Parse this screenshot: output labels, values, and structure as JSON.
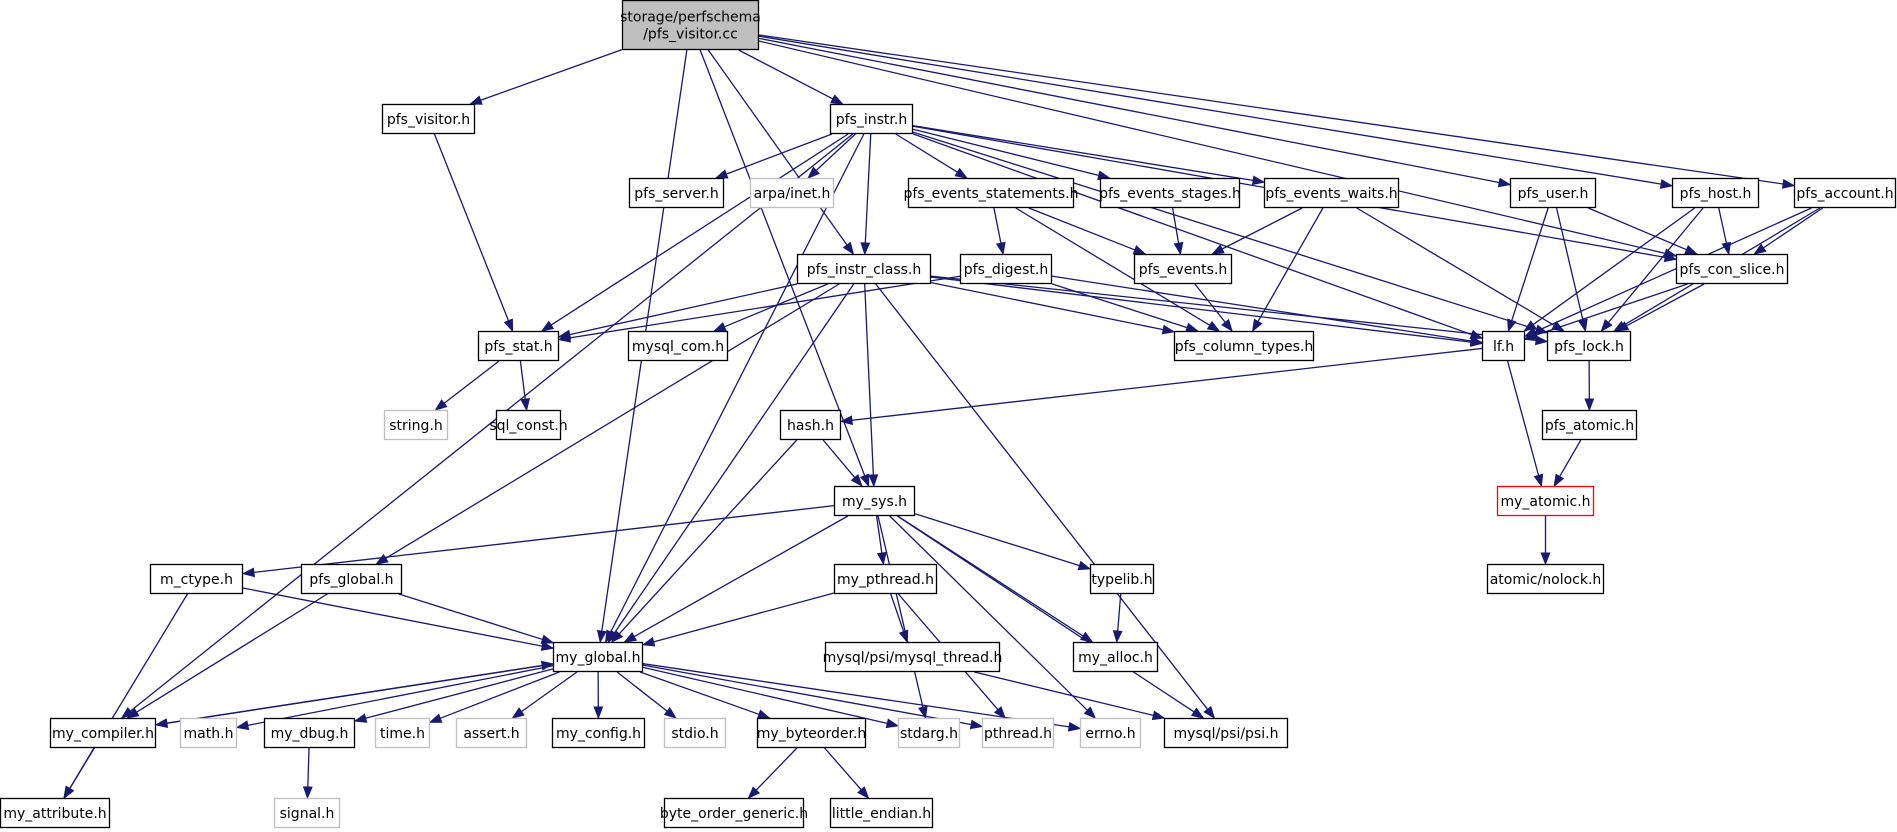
{
  "graph": {
    "root": {
      "id": "root",
      "lines": [
        "storage/perfschema",
        "/pfs_visitor.cc"
      ]
    },
    "nodes": [
      {
        "id": "pfs_visitor_h",
        "label": "pfs_visitor.h"
      },
      {
        "id": "pfs_instr_h",
        "label": "pfs_instr.h"
      },
      {
        "id": "pfs_server_h",
        "label": "pfs_server.h"
      },
      {
        "id": "arpa_inet_h",
        "label": "arpa/inet.h",
        "style": "gray"
      },
      {
        "id": "pfs_events_statements_h",
        "label": "pfs_events_statements.h"
      },
      {
        "id": "pfs_events_stages_h",
        "label": "pfs_events_stages.h"
      },
      {
        "id": "pfs_events_waits_h",
        "label": "pfs_events_waits.h"
      },
      {
        "id": "pfs_user_h",
        "label": "pfs_user.h"
      },
      {
        "id": "pfs_host_h",
        "label": "pfs_host.h"
      },
      {
        "id": "pfs_account_h",
        "label": "pfs_account.h"
      },
      {
        "id": "pfs_instr_class_h",
        "label": "pfs_instr_class.h"
      },
      {
        "id": "pfs_digest_h",
        "label": "pfs_digest.h"
      },
      {
        "id": "pfs_events_h",
        "label": "pfs_events.h"
      },
      {
        "id": "pfs_con_slice_h",
        "label": "pfs_con_slice.h"
      },
      {
        "id": "pfs_stat_h",
        "label": "pfs_stat.h"
      },
      {
        "id": "mysql_com_h",
        "label": "mysql_com.h"
      },
      {
        "id": "pfs_column_types_h",
        "label": "pfs_column_types.h"
      },
      {
        "id": "lf_h",
        "label": "lf.h"
      },
      {
        "id": "pfs_lock_h",
        "label": "pfs_lock.h"
      },
      {
        "id": "string_h",
        "label": "string.h",
        "style": "gray"
      },
      {
        "id": "sql_const_h",
        "label": "sql_const.h"
      },
      {
        "id": "hash_h",
        "label": "hash.h"
      },
      {
        "id": "pfs_atomic_h",
        "label": "pfs_atomic.h"
      },
      {
        "id": "my_sys_h",
        "label": "my_sys.h"
      },
      {
        "id": "my_atomic_h",
        "label": "my_atomic.h",
        "style": "red"
      },
      {
        "id": "m_ctype_h",
        "label": "m_ctype.h"
      },
      {
        "id": "pfs_global_h",
        "label": "pfs_global.h"
      },
      {
        "id": "my_pthread_h",
        "label": "my_pthread.h"
      },
      {
        "id": "typelib_h",
        "label": "typelib.h"
      },
      {
        "id": "atomic_nolock_h",
        "label": "atomic/nolock.h"
      },
      {
        "id": "mysql_psi_mysql_thread_h",
        "label": "mysql/psi/mysql_thread.h"
      },
      {
        "id": "my_alloc_h",
        "label": "my_alloc.h"
      },
      {
        "id": "my_global_h",
        "label": "my_global.h"
      },
      {
        "id": "my_compiler_h",
        "label": "my_compiler.h"
      },
      {
        "id": "math_h",
        "label": "math.h",
        "style": "gray"
      },
      {
        "id": "my_dbug_h",
        "label": "my_dbug.h"
      },
      {
        "id": "time_h",
        "label": "time.h",
        "style": "gray"
      },
      {
        "id": "assert_h",
        "label": "assert.h",
        "style": "gray"
      },
      {
        "id": "my_config_h",
        "label": "my_config.h"
      },
      {
        "id": "stdio_h",
        "label": "stdio.h",
        "style": "gray"
      },
      {
        "id": "my_byteorder_h",
        "label": "my_byteorder.h"
      },
      {
        "id": "stdarg_h",
        "label": "stdarg.h",
        "style": "gray"
      },
      {
        "id": "pthread_h",
        "label": "pthread.h",
        "style": "gray"
      },
      {
        "id": "errno_h",
        "label": "errno.h",
        "style": "gray"
      },
      {
        "id": "mysql_psi_psi_h",
        "label": "mysql/psi/psi.h"
      },
      {
        "id": "my_attribute_h",
        "label": "my_attribute.h"
      },
      {
        "id": "signal_h",
        "label": "signal.h",
        "style": "gray"
      },
      {
        "id": "byte_order_generic_h",
        "label": "byte_order_generic.h"
      },
      {
        "id": "little_endian_h",
        "label": "little_endian.h"
      }
    ],
    "edges": [
      [
        "root",
        "pfs_visitor_h"
      ],
      [
        "root",
        "pfs_instr_h"
      ],
      [
        "root",
        "pfs_instr_class_h"
      ],
      [
        "root",
        "pfs_user_h"
      ],
      [
        "root",
        "pfs_host_h"
      ],
      [
        "root",
        "pfs_account_h"
      ],
      [
        "root",
        "my_global_h"
      ],
      [
        "root",
        "my_sys_h"
      ],
      [
        "root",
        "pfs_con_slice_h"
      ],
      [
        "pfs_visitor_h",
        "pfs_stat_h"
      ],
      [
        "pfs_instr_h",
        "pfs_server_h"
      ],
      [
        "pfs_instr_h",
        "arpa_inet_h"
      ],
      [
        "pfs_instr_h",
        "pfs_events_statements_h"
      ],
      [
        "pfs_instr_h",
        "pfs_events_stages_h"
      ],
      [
        "pfs_instr_h",
        "pfs_events_waits_h"
      ],
      [
        "pfs_instr_h",
        "pfs_instr_class_h"
      ],
      [
        "pfs_instr_h",
        "pfs_stat_h"
      ],
      [
        "pfs_instr_h",
        "lf_h"
      ],
      [
        "pfs_instr_h",
        "pfs_lock_h"
      ],
      [
        "pfs_instr_h",
        "pfs_con_slice_h"
      ],
      [
        "pfs_instr_h",
        "my_global_h"
      ],
      [
        "pfs_instr_h",
        "my_compiler_h"
      ],
      [
        "pfs_events_statements_h",
        "pfs_digest_h"
      ],
      [
        "pfs_events_statements_h",
        "pfs_events_h"
      ],
      [
        "pfs_events_statements_h",
        "pfs_column_types_h"
      ],
      [
        "pfs_events_stages_h",
        "pfs_events_h"
      ],
      [
        "pfs_events_waits_h",
        "pfs_events_h"
      ],
      [
        "pfs_events_waits_h",
        "pfs_column_types_h"
      ],
      [
        "pfs_events_waits_h",
        "pfs_lock_h"
      ],
      [
        "pfs_user_h",
        "pfs_con_slice_h"
      ],
      [
        "pfs_user_h",
        "lf_h"
      ],
      [
        "pfs_user_h",
        "pfs_lock_h"
      ],
      [
        "pfs_host_h",
        "pfs_con_slice_h"
      ],
      [
        "pfs_host_h",
        "lf_h"
      ],
      [
        "pfs_host_h",
        "pfs_lock_h"
      ],
      [
        "pfs_account_h",
        "pfs_con_slice_h"
      ],
      [
        "pfs_account_h",
        "lf_h"
      ],
      [
        "pfs_account_h",
        "pfs_lock_h"
      ],
      [
        "pfs_instr_class_h",
        "pfs_stat_h"
      ],
      [
        "pfs_instr_class_h",
        "mysql_com_h"
      ],
      [
        "pfs_instr_class_h",
        "pfs_column_types_h"
      ],
      [
        "pfs_instr_class_h",
        "lf_h"
      ],
      [
        "pfs_instr_class_h",
        "pfs_lock_h"
      ],
      [
        "pfs_instr_class_h",
        "pfs_global_h"
      ],
      [
        "pfs_instr_class_h",
        "my_sys_h"
      ],
      [
        "pfs_instr_class_h",
        "my_global_h"
      ],
      [
        "pfs_instr_class_h",
        "mysql_psi_psi_h"
      ],
      [
        "pfs_digest_h",
        "pfs_stat_h"
      ],
      [
        "pfs_digest_h",
        "pfs_column_types_h"
      ],
      [
        "pfs_digest_h",
        "lf_h"
      ],
      [
        "pfs_events_h",
        "pfs_column_types_h"
      ],
      [
        "pfs_con_slice_h",
        "lf_h"
      ],
      [
        "pfs_con_slice_h",
        "pfs_lock_h"
      ],
      [
        "pfs_stat_h",
        "string_h"
      ],
      [
        "pfs_stat_h",
        "sql_const_h"
      ],
      [
        "lf_h",
        "hash_h"
      ],
      [
        "lf_h",
        "my_atomic_h"
      ],
      [
        "pfs_lock_h",
        "pfs_atomic_h"
      ],
      [
        "pfs_atomic_h",
        "my_atomic_h"
      ],
      [
        "my_atomic_h",
        "atomic_nolock_h"
      ],
      [
        "hash_h",
        "my_sys_h"
      ],
      [
        "hash_h",
        "my_global_h"
      ],
      [
        "my_sys_h",
        "m_ctype_h"
      ],
      [
        "my_sys_h",
        "my_pthread_h"
      ],
      [
        "my_sys_h",
        "typelib_h"
      ],
      [
        "my_sys_h",
        "my_alloc_h"
      ],
      [
        "my_sys_h",
        "my_global_h"
      ],
      [
        "my_sys_h",
        "stdarg_h"
      ],
      [
        "my_sys_h",
        "errno_h"
      ],
      [
        "my_sys_h",
        "mysql_psi_psi_h"
      ],
      [
        "m_ctype_h",
        "my_global_h"
      ],
      [
        "m_ctype_h",
        "my_attribute_h"
      ],
      [
        "pfs_global_h",
        "my_global_h"
      ],
      [
        "pfs_global_h",
        "my_compiler_h"
      ],
      [
        "my_pthread_h",
        "my_global_h"
      ],
      [
        "my_pthread_h",
        "mysql_psi_mysql_thread_h"
      ],
      [
        "my_pthread_h",
        "pthread_h"
      ],
      [
        "typelib_h",
        "my_alloc_h"
      ],
      [
        "mysql_psi_mysql_thread_h",
        "mysql_psi_psi_h"
      ],
      [
        "my_global_h",
        "my_compiler_h"
      ],
      [
        "my_global_h",
        "math_h"
      ],
      [
        "my_global_h",
        "my_dbug_h"
      ],
      [
        "my_global_h",
        "time_h"
      ],
      [
        "my_global_h",
        "assert_h"
      ],
      [
        "my_global_h",
        "my_config_h"
      ],
      [
        "my_global_h",
        "stdio_h"
      ],
      [
        "my_global_h",
        "my_byteorder_h"
      ],
      [
        "my_global_h",
        "stdarg_h"
      ],
      [
        "my_global_h",
        "pthread_h"
      ],
      [
        "my_global_h",
        "errno_h"
      ],
      [
        "my_compiler_h",
        "my_global_h"
      ],
      [
        "my_compiler_h",
        "my_attribute_h"
      ],
      [
        "my_dbug_h",
        "signal_h"
      ],
      [
        "my_byteorder_h",
        "byte_order_generic_h"
      ],
      [
        "my_byteorder_h",
        "little_endian_h"
      ]
    ]
  },
  "colors": {
    "edge": "#191970",
    "node_border": "#000000",
    "node_border_gray": "#bfbfbf",
    "node_border_red": "#ff0000",
    "root_fill": "#bfbfbf",
    "node_fill": "#ffffff"
  }
}
